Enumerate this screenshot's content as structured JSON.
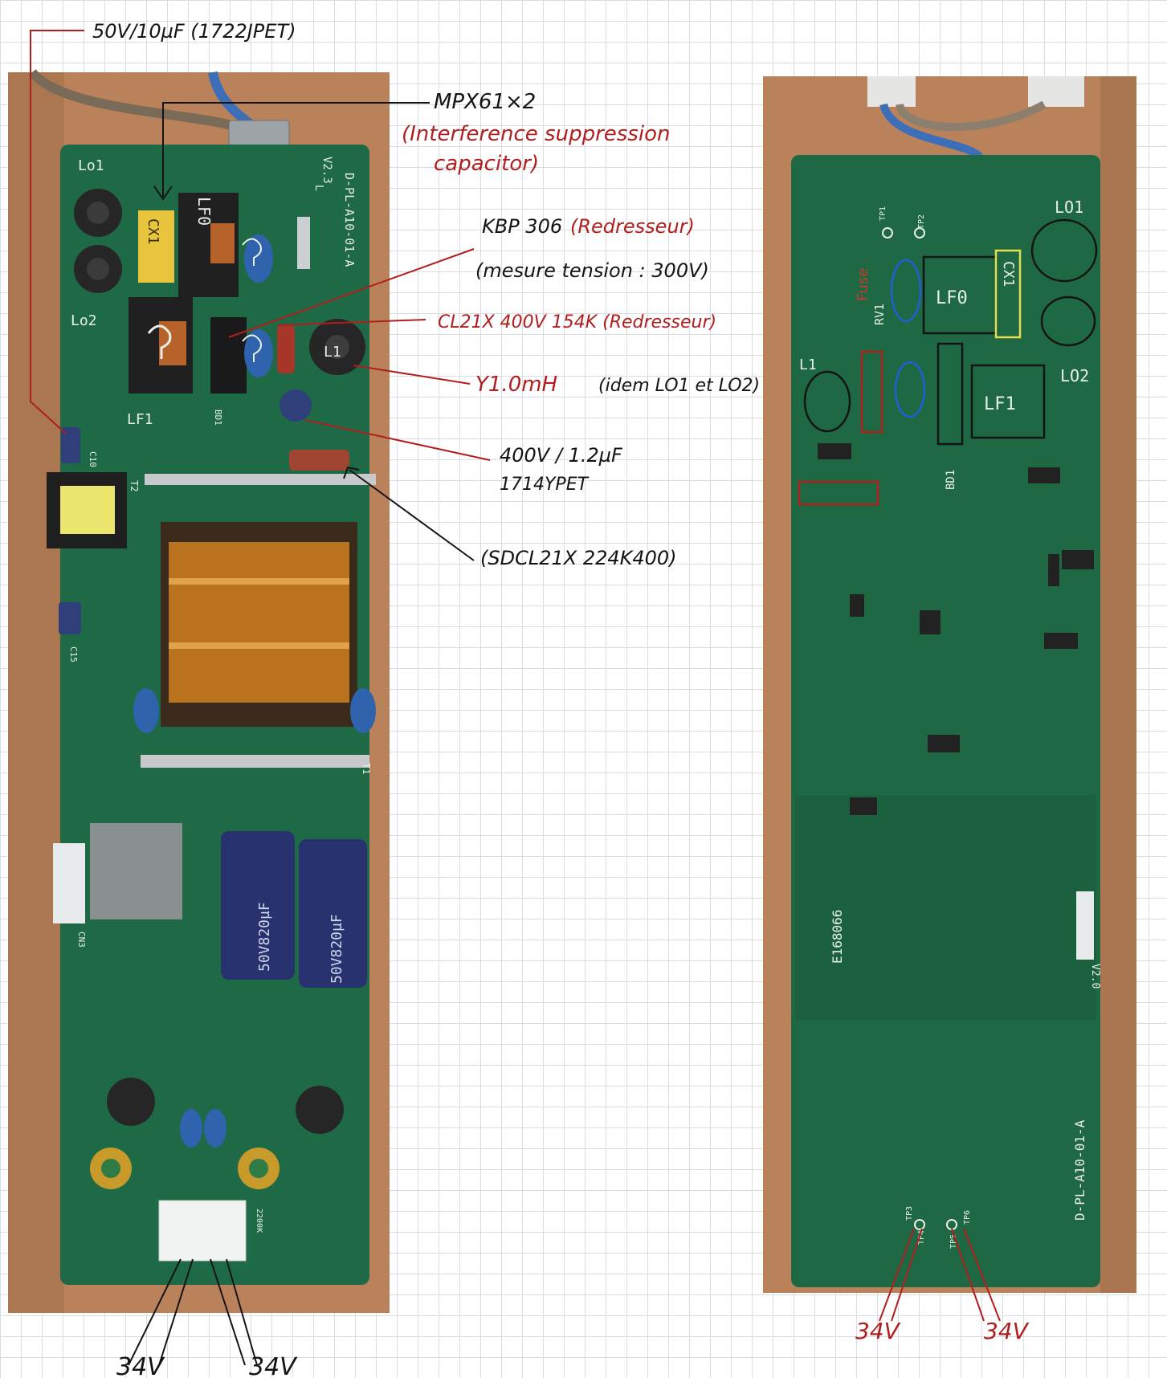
{
  "board_front": {
    "silkscreen": {
      "version": "V2.3",
      "part_number": "D-PL-A10-01-A",
      "l_mark": "L",
      "l01": "Lo1",
      "l02": "Lo2",
      "lf0": "LF0",
      "lf1": "LF1",
      "cx1": "CX1",
      "l1": "L1",
      "bd1": "BD1",
      "c10": "C10",
      "c15": "C15",
      "t2": "T2",
      "t1": "T1",
      "cn3": "CN3",
      "cap_marking_1": "50V820µF",
      "cap_marking_2": "50V820µF",
      "con_label": "2200K"
    }
  },
  "board_back": {
    "silkscreen": {
      "part_number": "D-PL-A10-01-A",
      "version": "V2.0",
      "ul_code": "E168066",
      "l01": "LO1",
      "l02": "LO2",
      "l1": "L1",
      "lf0": "LF0",
      "lf1": "LF1",
      "cx1": "CX1",
      "rv1": "RV1",
      "fuse": "Fuse",
      "bd1": "BD1",
      "tp1": "TP1",
      "tp2": "TP2",
      "tp3": "TP3",
      "tp4": "TP4",
      "tp5": "TP5",
      "tp6": "TP6"
    }
  },
  "annotations": {
    "cap_c10": "50V/10µF (1722JPET)",
    "mpx": "MPX61×2",
    "mpx_note_1": "(Interference suppression",
    "mpx_note_2": "capacitor)",
    "kbp_title": "KBP 306",
    "kbp_note": "(Redresseur)",
    "kbp_measure": "(mesure tension : 300V)",
    "cl21x": "CL21X 400V 154K (Redresseur)",
    "inductor": "Y1.0mH",
    "inductor_note": "(idem LO1 et LO2)",
    "cap_400v_1": "400V / 1.2µF",
    "cap_400v_2": "1714YPET",
    "cl21x_224": "(SDCL21X 224K400)",
    "out_left_1": "34V",
    "out_left_2": "34V",
    "out_right_1": "34V",
    "out_right_2": "34V"
  },
  "colors": {
    "pcb_green": "#1e6a46",
    "wood": "#b9825a",
    "ink_black": "#141414",
    "ink_red": "#b11e1e",
    "mark_blue": "#1f5fd6",
    "mark_yellow": "#e3e04b"
  }
}
